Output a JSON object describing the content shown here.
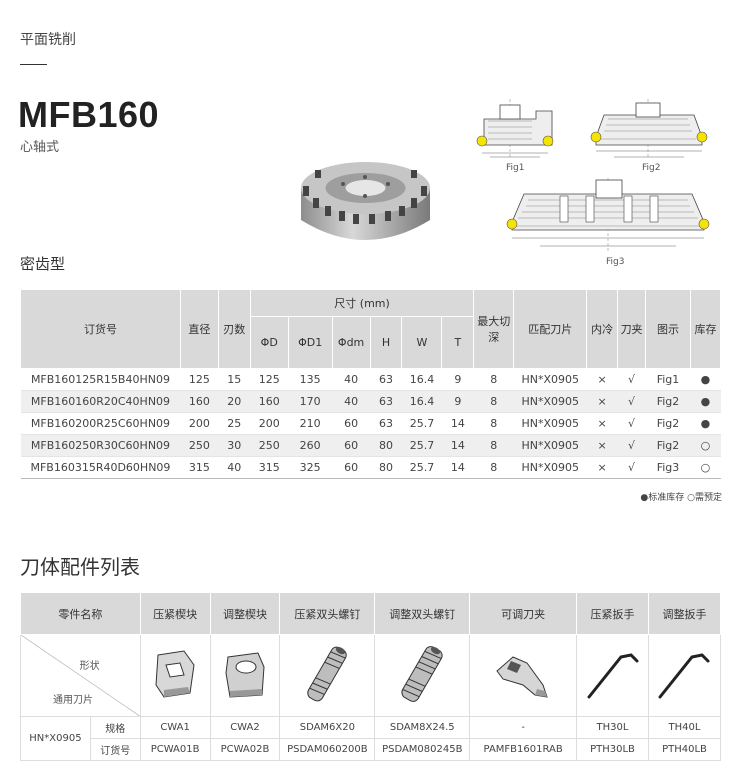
{
  "breadcrumb": "平面铣削",
  "model": "MFB160",
  "model_sub": "心轴式",
  "type_title": "密齿型",
  "figs": {
    "fig1": "Fig1",
    "fig2": "Fig2",
    "fig3": "Fig3"
  },
  "spec_table": {
    "headers": {
      "order_no": "订货号",
      "diameter": "直径",
      "teeth": "刃数",
      "dims": "尺寸 (mm)",
      "d": "ΦD",
      "d1": "ΦD1",
      "dm": "Φdm",
      "h": "H",
      "w": "W",
      "t": "T",
      "max_cut": "最大切深",
      "insert": "匹配刀片",
      "coolant": "内冷",
      "clamp": "刀夹",
      "figure": "图示",
      "stock": "库存"
    },
    "rows": [
      [
        "MFB160125R15B40HN09",
        "125",
        "15",
        "125",
        "135",
        "40",
        "63",
        "16.4",
        "9",
        "8",
        "HN*X0905",
        "×",
        "√",
        "Fig1",
        "●"
      ],
      [
        "MFB160160R20C40HN09",
        "160",
        "20",
        "160",
        "170",
        "40",
        "63",
        "16.4",
        "9",
        "8",
        "HN*X0905",
        "×",
        "√",
        "Fig2",
        "●"
      ],
      [
        "MFB160200R25C60HN09",
        "200",
        "25",
        "200",
        "210",
        "60",
        "63",
        "25.7",
        "14",
        "8",
        "HN*X0905",
        "×",
        "√",
        "Fig2",
        "●"
      ],
      [
        "MFB160250R30C60HN09",
        "250",
        "30",
        "250",
        "260",
        "60",
        "80",
        "25.7",
        "14",
        "8",
        "HN*X0905",
        "×",
        "√",
        "Fig2",
        "○"
      ],
      [
        "MFB160315R40D60HN09",
        "315",
        "40",
        "315",
        "325",
        "60",
        "80",
        "25.7",
        "14",
        "8",
        "HN*X0905",
        "×",
        "√",
        "Fig3",
        "○"
      ]
    ]
  },
  "legend": "●标准库存 ○需预定",
  "section2": "刀体配件列表",
  "acc_table": {
    "headers": [
      "零件名称",
      "压紧楔块",
      "调整楔块",
      "压紧双头螺钉",
      "调整双头螺钉",
      "可调刀夹",
      "压紧扳手",
      "调整扳手"
    ],
    "shape_label": "形状",
    "insert_label": "通用刀片",
    "insert": "HN*X0905",
    "spec_label": "规格",
    "order_label": "订货号",
    "specs": [
      "CWA1",
      "CWA2",
      "SDAM6X20",
      "SDAM8X24.5",
      "-",
      "TH30L",
      "TH40L"
    ],
    "orders": [
      "PCWA01B",
      "PCWA02B",
      "PSDAM060200B",
      "PSDAM080245B",
      "PAMFB1601RAB",
      "PTH30LB",
      "PTH40LB"
    ]
  },
  "colors": {
    "header_bg": "#d9d9d9",
    "alt_row": "#efefef",
    "insert_yellow": "#f5e400"
  }
}
